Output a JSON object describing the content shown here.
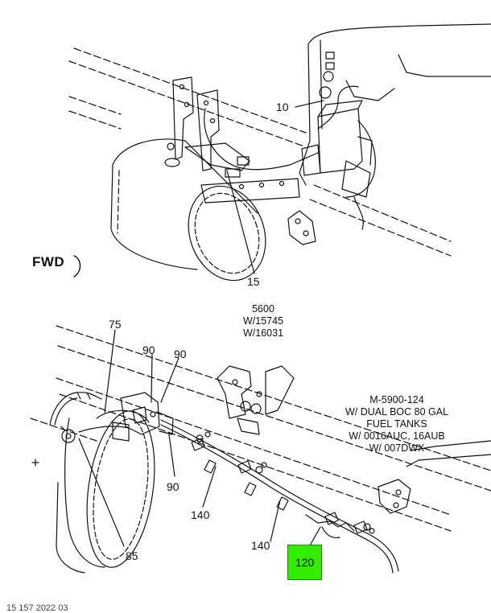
{
  "callouts": {
    "c10": "10",
    "c15": "15",
    "c75": "75",
    "c90a": "90",
    "c90b": "90",
    "c90c": "90",
    "c140a": "140",
    "c140b": "140",
    "c85": "85",
    "c120": "120"
  },
  "direction_marker": "FWD",
  "notes": {
    "top_applicability": [
      "5600",
      "W/15745",
      "W/16031"
    ],
    "bottom_applicability": [
      "M-5900-124",
      "W/ DUAL BOC  80 GAL",
      "FUEL TANKS",
      "W/ 0016AUC, 16AUB",
      "W/ 007DWX"
    ]
  },
  "footer_code": "15 157 2022 03",
  "colors": {
    "highlight": "#33ee00",
    "line": "#111111"
  }
}
